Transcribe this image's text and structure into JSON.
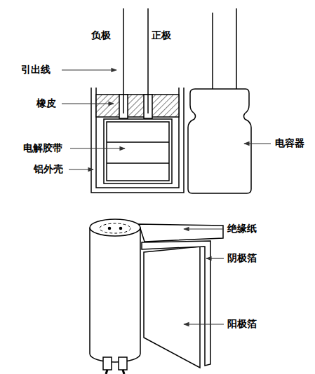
{
  "diagram": {
    "labels": [
      "负极",
      "正极",
      "引出线",
      "橡皮",
      "电解胶带",
      "铝外壳",
      "电容器",
      "绝缘纸",
      "阴极箔",
      "阳极箔"
    ]
  }
}
